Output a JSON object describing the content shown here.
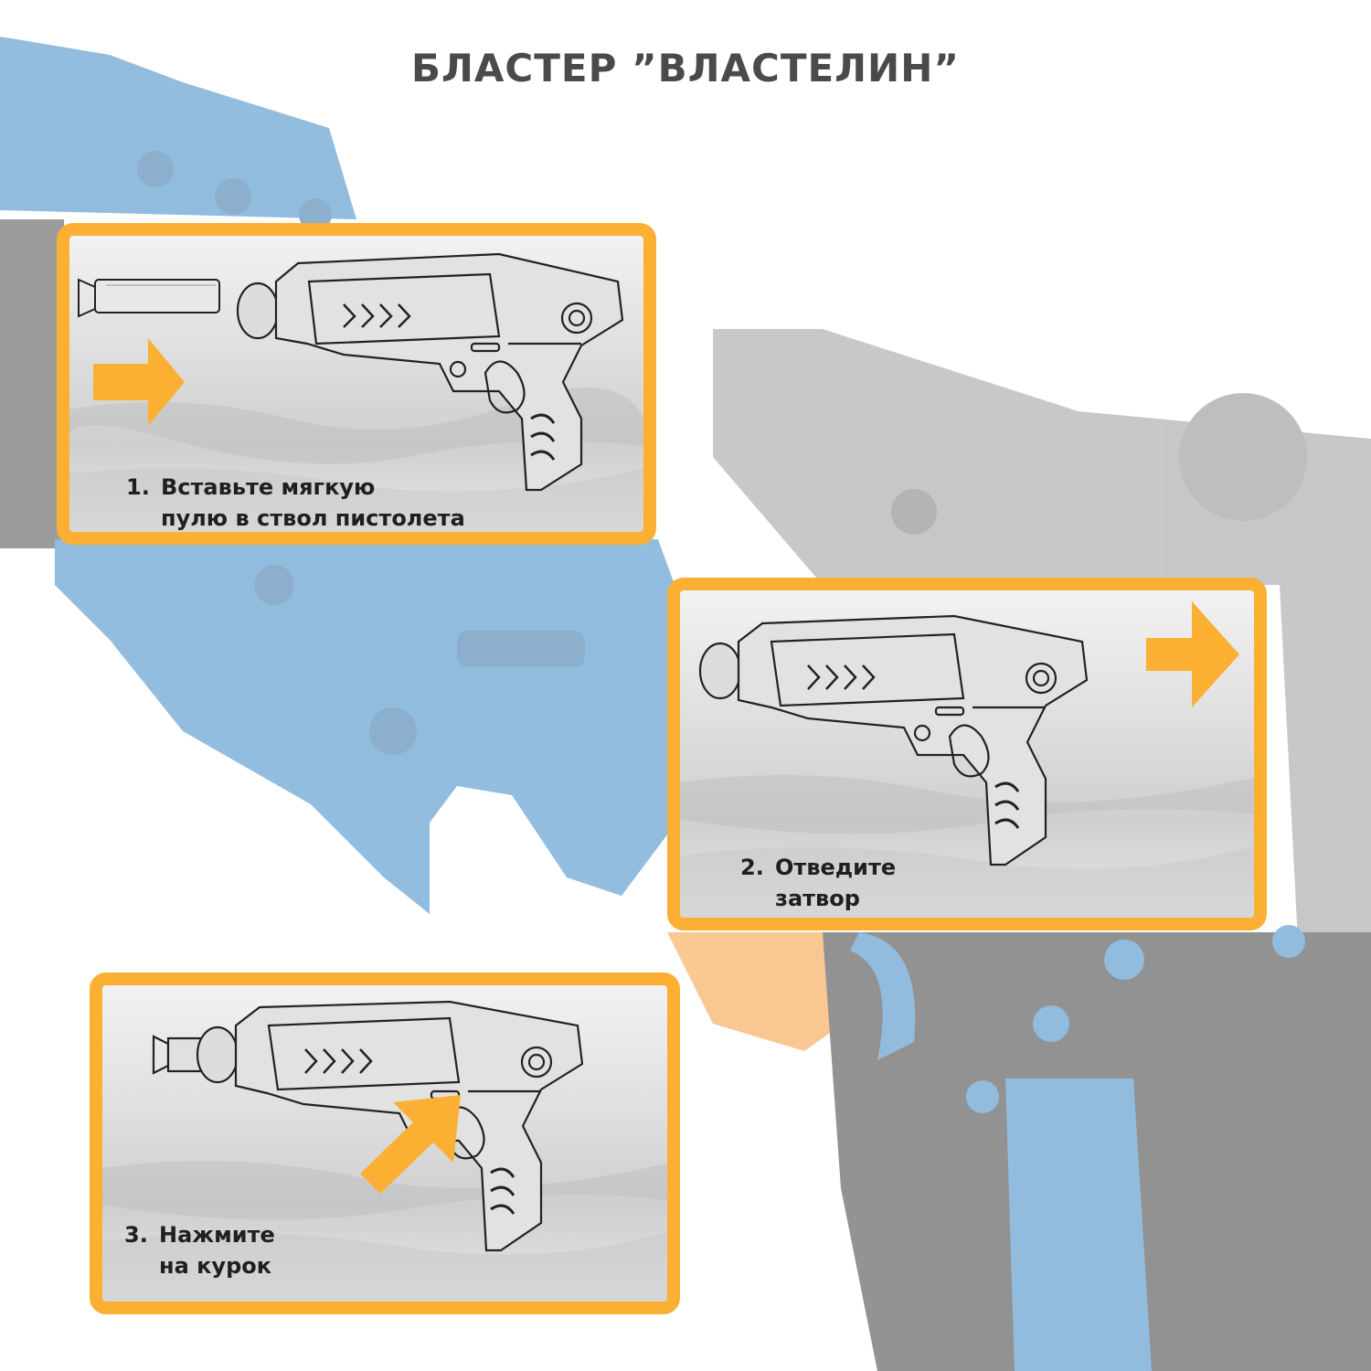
{
  "title": "БЛАСТЕР ”ВЛАСТЕЛИН”",
  "colors": {
    "card_border": "#fbb034",
    "arrow": "#fbb034",
    "background_blaster": "#3a86c4",
    "background_dark": "#555555",
    "trigger": "#f59a3a"
  },
  "steps": [
    {
      "num": "1.",
      "line1": "Вставьте мягкую",
      "line2": "пулю в ствол пистолета",
      "arrow": "right-arrow"
    },
    {
      "num": "2.",
      "line1": "Отведите",
      "line2": "затвор",
      "arrow": "right-arrow"
    },
    {
      "num": "3.",
      "line1": "Нажмите",
      "line2": "на курок",
      "arrow": "diagonal-arrow"
    }
  ]
}
